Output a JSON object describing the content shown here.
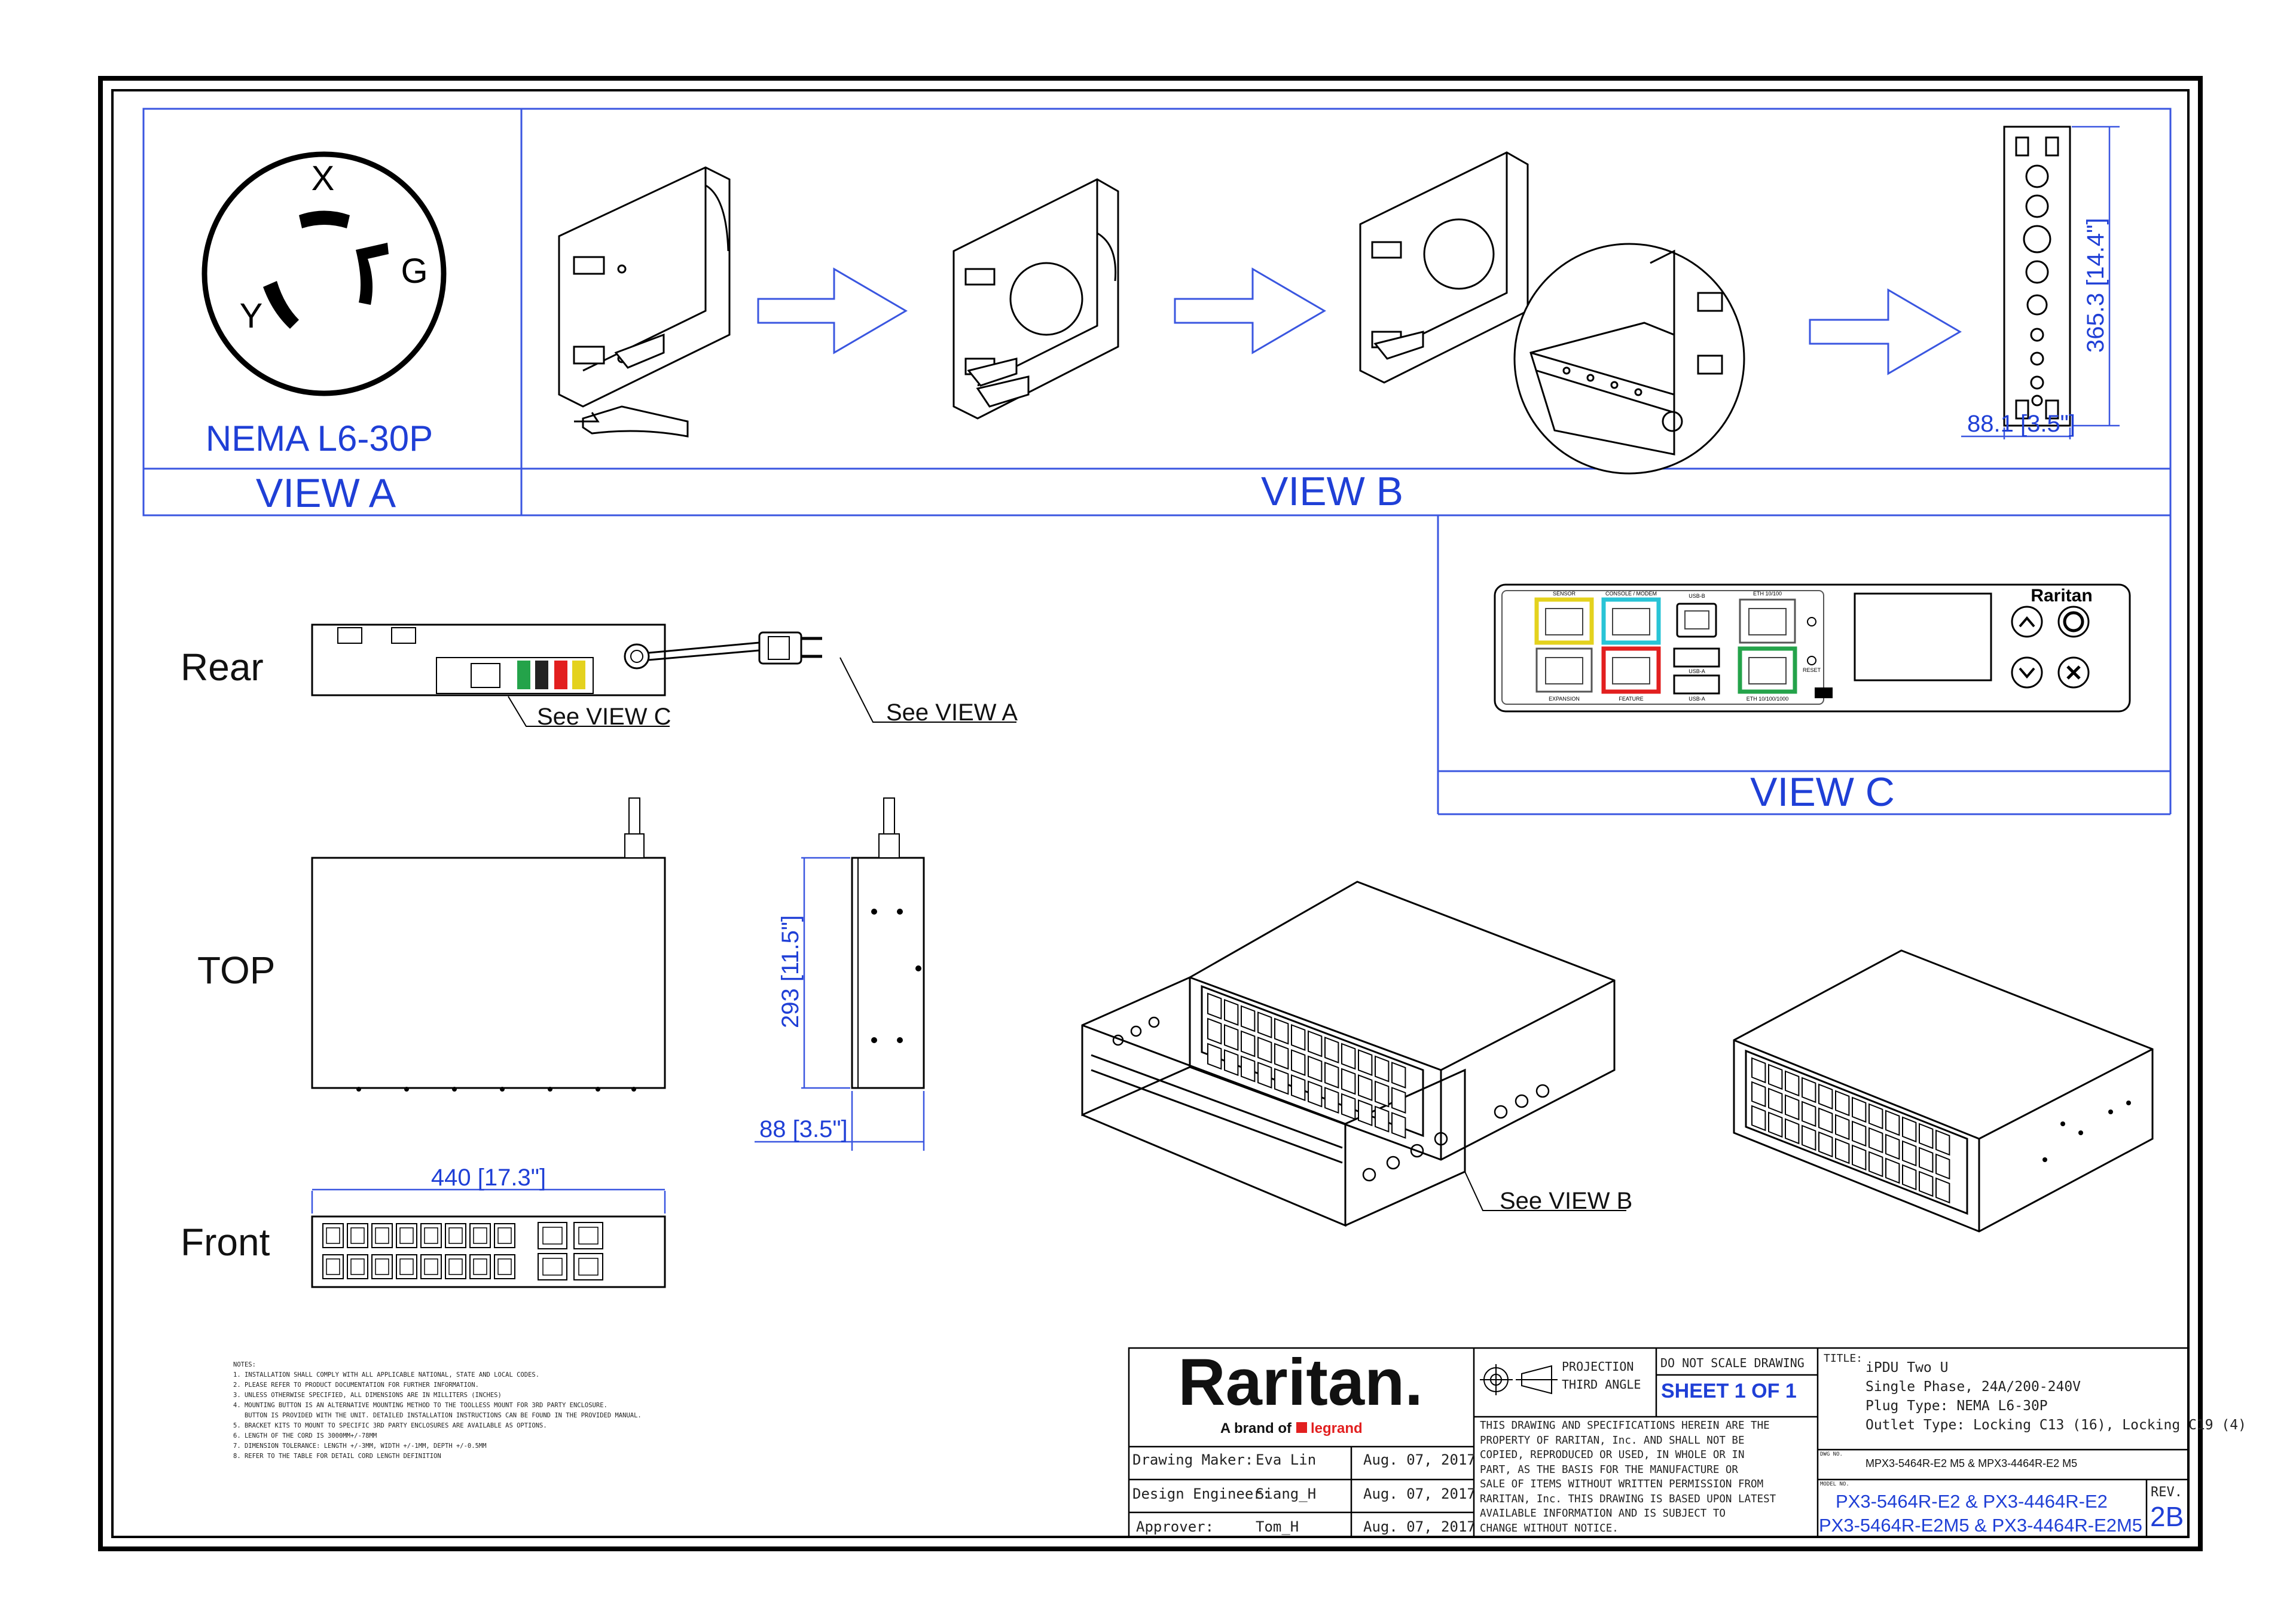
{
  "view_a": {
    "plug_name": "NEMA L6-30P",
    "pin_x": "X",
    "pin_y": "Y",
    "pin_g": "G",
    "label": "VIEW A"
  },
  "view_b": {
    "label": "VIEW B",
    "height_dim": "365.3  [14.4\"]",
    "width_dim": "88.1  [3.5\"]"
  },
  "view_c": {
    "label": "VIEW C",
    "brand": "Raritan",
    "port_labels": [
      "SENSOR",
      "CONSOLE / MODEM",
      "USB-B",
      "ETH 10/100",
      "EXPANSION",
      "FEATURE",
      "USB-A",
      "USB-A",
      "ETH 10/100/1000",
      "RESET"
    ]
  },
  "views": {
    "rear": "Rear",
    "top": "TOP",
    "front": "Front",
    "see_view_c": "See VIEW C",
    "see_view_a": "See VIEW A",
    "see_view_b": "See VIEW B",
    "side_height_dim": "293  [11.5\"]",
    "side_width_dim": "88  [3.5\"]",
    "front_width_dim": "440  [17.3\"]"
  },
  "notes": {
    "title": "NOTES:",
    "lines": [
      "1. INSTALLATION SHALL COMPLY WITH ALL APPLICABLE NATIONAL, STATE AND LOCAL CODES.",
      "2. PLEASE REFER TO PRODUCT DOCUMENTATION FOR FURTHER INFORMATION.",
      "3. UNLESS OTHERWISE SPECIFIED, ALL DIMENSIONS ARE IN MILLITERS (INCHES)",
      "4. MOUNTING BUTTON IS AN ALTERNATIVE MOUNTING METHOD TO THE TOOLLESS MOUNT FOR 3RD PARTY ENCLOSURE.",
      "   BUTTON IS PROVIDED WITH THE UNIT. DETAILED INSTALLATION INSTRUCTIONS CAN BE FOUND IN THE PROVIDED MANUAL.",
      "5. BRACKET KITS TO MOUNT TO SPECIFIC 3RD PARTY ENCLOSURES ARE AVAILABLE AS OPTIONS.",
      "6. LENGTH OF THE CORD IS 3000MM+/-78MM",
      "7. DIMENSION TOLERANCE: LENGTH +/-3MM, WIDTH +/-1MM, DEPTH +/-0.5MM",
      "8. REFER TO THE TABLE FOR DETAIL CORD LENGTH DEFINITION"
    ]
  },
  "title_block": {
    "logo": "Raritan.",
    "logo_sub_prefix": "A brand of",
    "logo_sub_brand": "legrand",
    "drawing_maker_label": "Drawing Maker:",
    "drawing_maker": "Eva Lin",
    "drawing_maker_date": "Aug. 07, 2017",
    "design_engineer_label": "Design Engineer:",
    "design_engineer": "Siang_H",
    "design_engineer_date": "Aug. 07, 2017",
    "approver_label": "Approver:",
    "approver": "Tom_H",
    "approver_date": "Aug. 07, 2017",
    "projection_1": "PROJECTION",
    "projection_2": "THIRD ANGLE",
    "do_not_scale": "DO NOT SCALE DRAWING",
    "sheet": "SHEET 1 OF 1",
    "disclaimer": [
      "THIS DRAWING AND SPECIFICATIONS HEREIN ARE THE",
      "PROPERTY OF RARITAN, Inc. AND SHALL NOT BE",
      "COPIED, REPRODUCED OR USED, IN WHOLE OR IN",
      "PART, AS THE BASIS FOR THE MANUFACTURE OR",
      "SALE OF ITEMS WITHOUT WRITTEN PERMISSION FROM",
      "RARITAN, Inc. THIS DRAWING IS BASED UPON LATEST",
      "AVAILABLE INFORMATION AND IS SUBJECT TO",
      "CHANGE WITHOUT NOTICE."
    ],
    "title_label": "TITLE:",
    "title_lines": [
      "iPDU Two U",
      "Single Phase, 24A/200-240V",
      "Plug Type: NEMA L6-30P",
      "Outlet Type: Locking C13 (16), Locking C19 (4)"
    ],
    "dwg_label": "DWG NO.",
    "dwg_no": "MPX3-5464R-E2 M5 & MPX3-4464R-E2 M5",
    "model_label": "MODEL NO.",
    "model_line1": "PX3-5464R-E2 & PX3-4464R-E2",
    "model_line2": "PX3-5464R-E2M5 & PX3-4464R-E2M5",
    "rev_label": "REV.",
    "rev": "2B"
  }
}
